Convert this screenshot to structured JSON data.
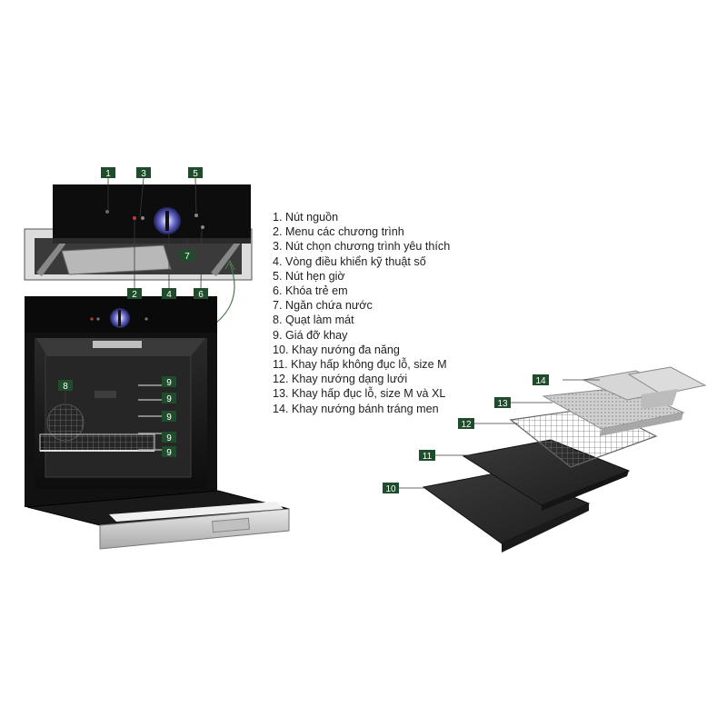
{
  "legend": [
    "1. Nút nguồn",
    "2. Menu các chương trình",
    "3. Nút chọn chương trình yêu thích",
    "4. Vòng điều khiển kỹ thuật số",
    "5. Nút hẹn giờ",
    "6. Khóa trẻ em",
    "7. Ngăn chứa nước",
    "8. Quạt làm mát",
    "9. Giá đỡ khay",
    "10. Khay nướng đa năng",
    "11. Khay hấp không đục lỗ, size M",
    "12. Khay nướng dạng lưới",
    "13. Khay hấp đục lỗ, size M và XL",
    "14. Khay nướng bánh tráng men"
  ],
  "badges": {
    "b1": "1",
    "b2": "2",
    "b3": "3",
    "b4": "4",
    "b5": "5",
    "b6": "6",
    "b7": "7",
    "b8": "8",
    "b9a": "9",
    "b9b": "9",
    "b9c": "9",
    "b9d": "9",
    "b9e": "9",
    "b10": "10",
    "b11": "11",
    "b12": "12",
    "b13": "13",
    "b14": "14"
  },
  "colors": {
    "badge": "#1f4d2b",
    "oven_body": "#111111",
    "steel": "#c9c9c9",
    "tray_dark": "#2c2c2c"
  }
}
